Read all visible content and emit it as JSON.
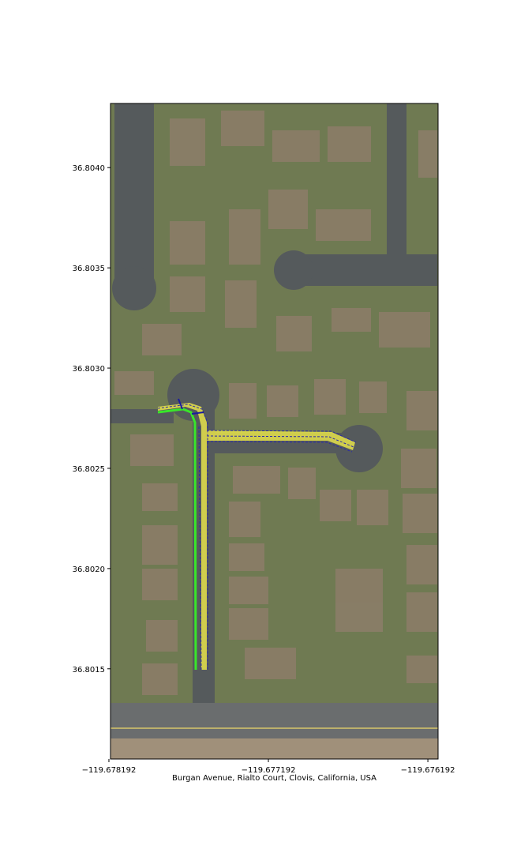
{
  "chart_data": {
    "type": "map",
    "title": "",
    "xlabel": "Burgan Avenue, Rialto Court, Clovis, California, USA",
    "ylabel": "",
    "xlim": [
      -119.678182,
      -119.676128
    ],
    "ylim": [
      36.80105,
      36.80432
    ],
    "xticks": [
      -119.678192,
      -119.677192,
      -119.676192
    ],
    "xtick_labels": [
      "−119.678192",
      "−119.677192",
      "−119.676192"
    ],
    "yticks": [
      36.804,
      36.8035,
      36.803,
      36.8025,
      36.802,
      36.8015
    ],
    "ytick_labels": [
      "36.8040",
      "36.8035",
      "36.8030",
      "36.8025",
      "36.8020",
      "36.8015"
    ],
    "overlays": [
      {
        "name": "lane-areas",
        "color": "#e6e24a"
      },
      {
        "name": "centerline",
        "color": "#39e62a"
      },
      {
        "name": "lane-boundaries",
        "color": "#2a2aa8",
        "style": "dashed"
      },
      {
        "name": "stop-markers",
        "color": "#1a1aa0"
      }
    ]
  }
}
